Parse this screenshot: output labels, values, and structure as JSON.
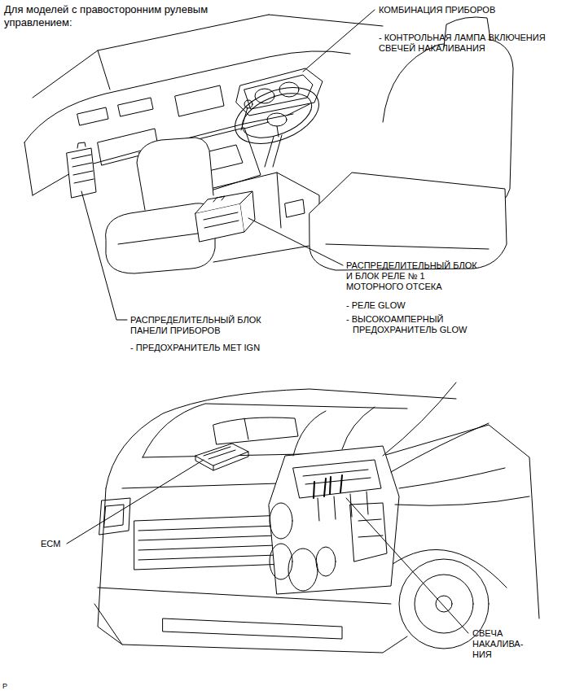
{
  "diagram": {
    "title": "Для моделей с правосторонним рулевым управлением:",
    "labels": [
      "КОМБИНАЦИЯ ПРИБОРОВ",
      "- КОНТРОЛЬНАЯ ЛАМПА ВКЛЮЧЕНИЯ СВЕЧЕЙ НАКАЛИВАНИЯ",
      "РАСПРЕДЕЛИТЕЛЬНЫЙ БЛОК И БЛОК РЕЛЕ № 1 МОТОРНОГО ОТСЕКА",
      "- РЕЛЕ GLOW",
      "- ВЫСОКОАМПЕРНЫЙ ПРЕДОХРАНИТЕЛЬ GLOW",
      "РАСПРЕДЕЛИТЕЛЬНЫЙ БЛОК ПАНЕЛИ ПРИБОРОВ",
      "- ПРЕДОХРАНИТЕЛЬ MET IGN",
      "ECM",
      "СВЕЧА НАКАЛИВА- НИЯ",
      "P"
    ]
  }
}
